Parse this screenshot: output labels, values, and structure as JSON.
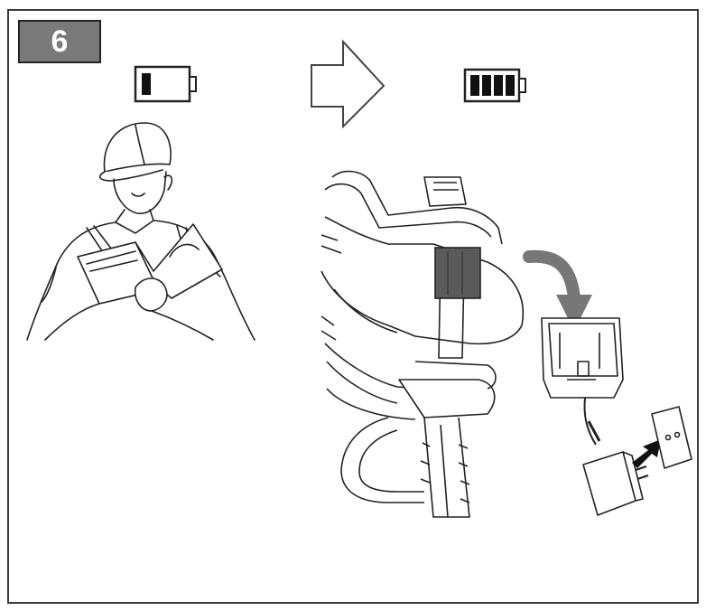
{
  "step": {
    "number": "6"
  },
  "battery_before": {
    "level": 0.25,
    "icon": "battery-low-icon"
  },
  "battery_after": {
    "level": 1.0,
    "icon": "battery-full-icon"
  },
  "arrow": {
    "icon": "right-arrow-icon"
  },
  "colors": {
    "badge": "#7a7a7a",
    "badge_text": "#ffffff",
    "line": "#222222",
    "battery_pack": "#5a5a5a"
  }
}
